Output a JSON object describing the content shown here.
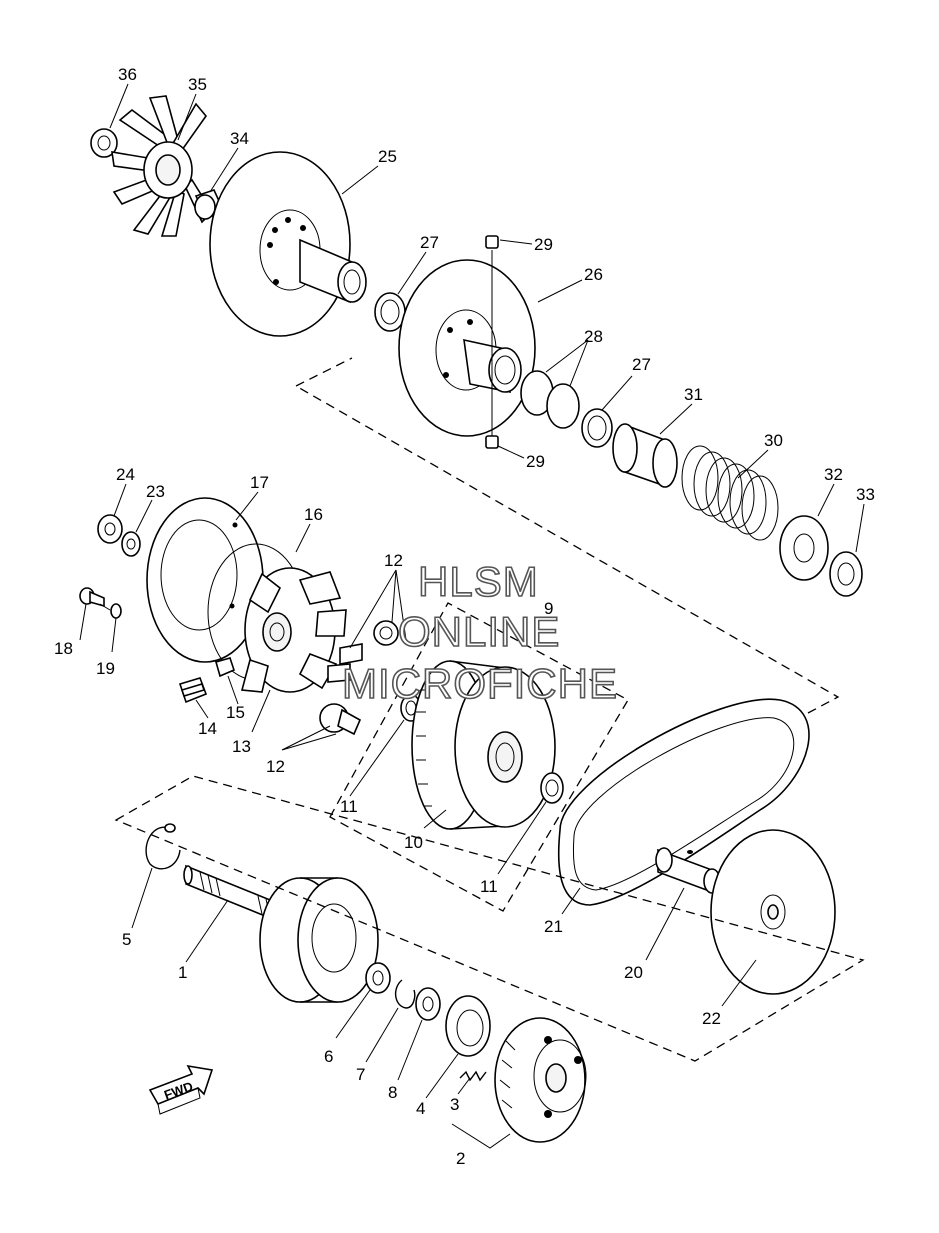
{
  "watermark": {
    "line1": "HLSM",
    "line2": "ONLINE",
    "line3": "MICROFICHE"
  },
  "fwd_label": "FWD",
  "callouts": [
    {
      "id": "36",
      "label": "36"
    },
    {
      "id": "35",
      "label": "35"
    },
    {
      "id": "34",
      "label": "34"
    },
    {
      "id": "25",
      "label": "25"
    },
    {
      "id": "27a",
      "label": "27"
    },
    {
      "id": "29a",
      "label": "29"
    },
    {
      "id": "26",
      "label": "26"
    },
    {
      "id": "28",
      "label": "28"
    },
    {
      "id": "27b",
      "label": "27"
    },
    {
      "id": "29b",
      "label": "29"
    },
    {
      "id": "31",
      "label": "31"
    },
    {
      "id": "30",
      "label": "30"
    },
    {
      "id": "32",
      "label": "32"
    },
    {
      "id": "33",
      "label": "33"
    },
    {
      "id": "24",
      "label": "24"
    },
    {
      "id": "23",
      "label": "23"
    },
    {
      "id": "17",
      "label": "17"
    },
    {
      "id": "16",
      "label": "16"
    },
    {
      "id": "12a",
      "label": "12"
    },
    {
      "id": "9",
      "label": "9"
    },
    {
      "id": "18",
      "label": "18"
    },
    {
      "id": "19",
      "label": "19"
    },
    {
      "id": "14",
      "label": "14"
    },
    {
      "id": "15",
      "label": "15"
    },
    {
      "id": "13",
      "label": "13"
    },
    {
      "id": "12b",
      "label": "12"
    },
    {
      "id": "11a",
      "label": "11"
    },
    {
      "id": "10",
      "label": "10"
    },
    {
      "id": "11b",
      "label": "11"
    },
    {
      "id": "21",
      "label": "21"
    },
    {
      "id": "20",
      "label": "20"
    },
    {
      "id": "22",
      "label": "22"
    },
    {
      "id": "5",
      "label": "5"
    },
    {
      "id": "1",
      "label": "1"
    },
    {
      "id": "6",
      "label": "6"
    },
    {
      "id": "7",
      "label": "7"
    },
    {
      "id": "8",
      "label": "8"
    },
    {
      "id": "4",
      "label": "4"
    },
    {
      "id": "3",
      "label": "3"
    },
    {
      "id": "2",
      "label": "2"
    }
  ]
}
